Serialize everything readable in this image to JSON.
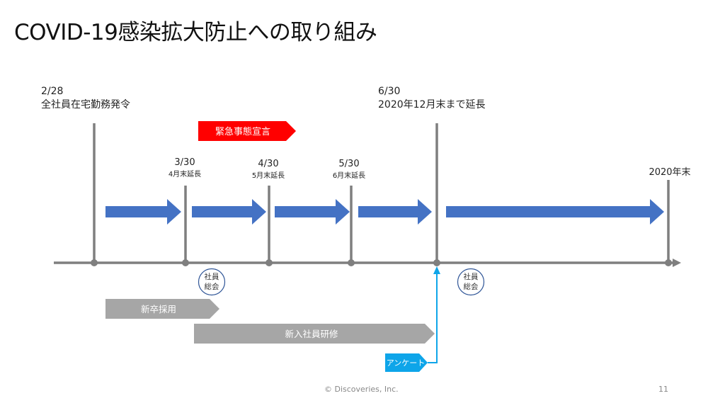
{
  "slide": {
    "title": "COVID-19感染拡大防止への取り組み",
    "footer": "© Discoveries, Inc.",
    "page_number": "11"
  },
  "milestones": [
    {
      "date": "2/28",
      "note": "全社員在宅勤務発令"
    },
    {
      "date": "3/30",
      "note": "4月末延長"
    },
    {
      "date": "4/30",
      "note": "5月末延長"
    },
    {
      "date": "5/30",
      "note": "6月末延長"
    },
    {
      "date": "6/30",
      "note": "2020年12月末まで延長"
    },
    {
      "date": "2020年末",
      "note": ""
    }
  ],
  "emergency_declaration": {
    "label": "緊急事態宣言",
    "color": "#ff0000"
  },
  "shareholder_meetings": [
    {
      "label_line1": "社員",
      "label_line2": "総会"
    },
    {
      "label_line1": "社員",
      "label_line2": "総会"
    }
  ],
  "bars": [
    {
      "label": "新卒採用"
    },
    {
      "label": "新入社員研修"
    }
  ],
  "survey": {
    "label": "アンケート",
    "color": "#0ea5e9"
  },
  "colors": {
    "arrow_fill": "#4472c4",
    "axis": "#7f7f7f",
    "bar_gray": "#a6a6a6",
    "badge_border": "#2f5597"
  }
}
